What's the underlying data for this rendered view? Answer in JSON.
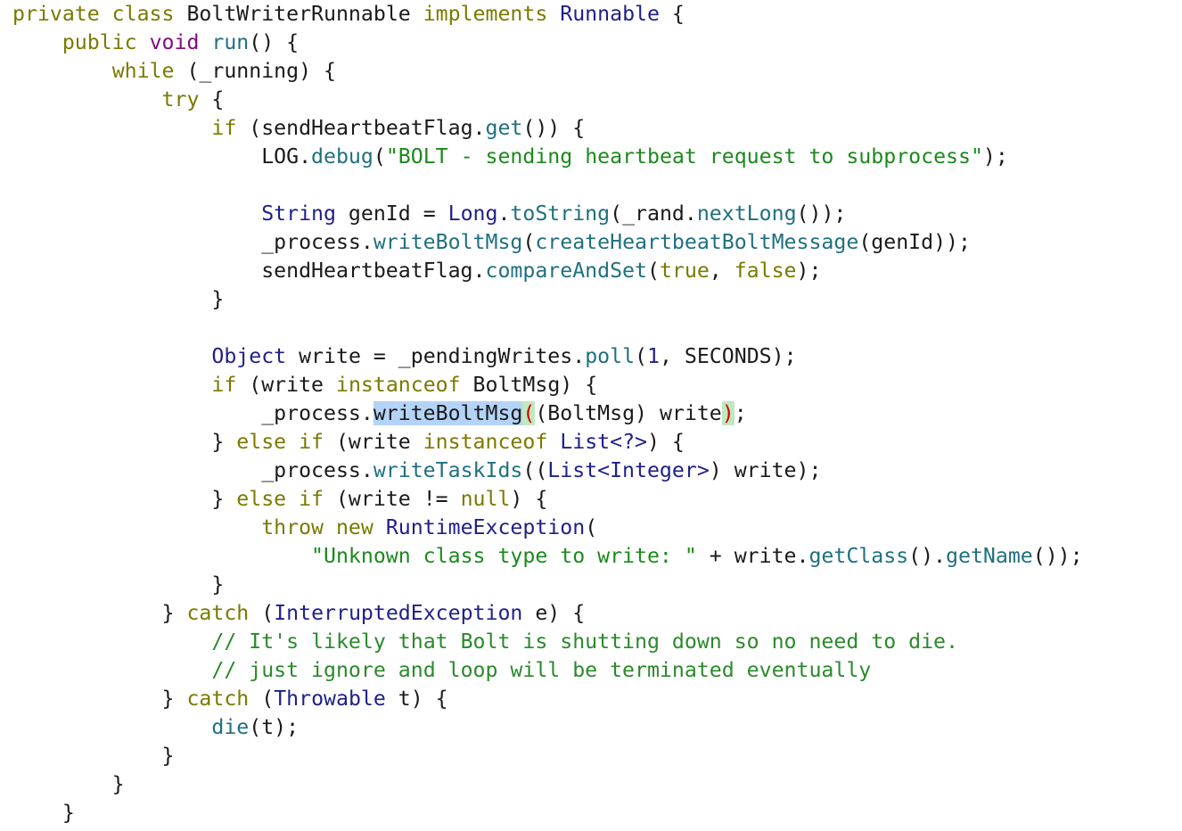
{
  "editor": {
    "language": "java",
    "lines": [
      [
        {
          "t": "kw",
          "v": "private class "
        },
        {
          "t": "p",
          "v": "BoltWriterRunnable "
        },
        {
          "t": "kw",
          "v": "implements "
        },
        {
          "t": "type",
          "v": "Runnable"
        },
        {
          "t": "p",
          "v": " {"
        }
      ],
      [
        {
          "t": "p",
          "v": "    "
        },
        {
          "t": "kw",
          "v": "public "
        },
        {
          "t": "kw2",
          "v": "void "
        },
        {
          "t": "fn",
          "v": "run"
        },
        {
          "t": "p",
          "v": "() {"
        }
      ],
      [
        {
          "t": "p",
          "v": "        "
        },
        {
          "t": "kw",
          "v": "while"
        },
        {
          "t": "p",
          "v": " (_running) {"
        }
      ],
      [
        {
          "t": "p",
          "v": "            "
        },
        {
          "t": "kw",
          "v": "try"
        },
        {
          "t": "p",
          "v": " {"
        }
      ],
      [
        {
          "t": "p",
          "v": "                "
        },
        {
          "t": "kw",
          "v": "if"
        },
        {
          "t": "p",
          "v": " (sendHeartbeatFlag."
        },
        {
          "t": "fn",
          "v": "get"
        },
        {
          "t": "p",
          "v": "()) {"
        }
      ],
      [
        {
          "t": "p",
          "v": "                    LOG."
        },
        {
          "t": "fn",
          "v": "debug"
        },
        {
          "t": "p",
          "v": "("
        },
        {
          "t": "str",
          "v": "\"BOLT - sending heartbeat request to subprocess\""
        },
        {
          "t": "p",
          "v": ");"
        }
      ],
      [],
      [
        {
          "t": "p",
          "v": "                    "
        },
        {
          "t": "type",
          "v": "String"
        },
        {
          "t": "p",
          "v": " genId = "
        },
        {
          "t": "type",
          "v": "Long"
        },
        {
          "t": "p",
          "v": "."
        },
        {
          "t": "fn",
          "v": "toString"
        },
        {
          "t": "p",
          "v": "(_rand."
        },
        {
          "t": "fn",
          "v": "nextLong"
        },
        {
          "t": "p",
          "v": "());"
        }
      ],
      [
        {
          "t": "p",
          "v": "                    _process."
        },
        {
          "t": "fn",
          "v": "writeBoltMsg"
        },
        {
          "t": "p",
          "v": "("
        },
        {
          "t": "fn",
          "v": "createHeartbeatBoltMessage"
        },
        {
          "t": "p",
          "v": "(genId));"
        }
      ],
      [
        {
          "t": "p",
          "v": "                    sendHeartbeatFlag."
        },
        {
          "t": "fn",
          "v": "compareAndSet"
        },
        {
          "t": "p",
          "v": "("
        },
        {
          "t": "kw",
          "v": "true"
        },
        {
          "t": "p",
          "v": ", "
        },
        {
          "t": "kw",
          "v": "false"
        },
        {
          "t": "p",
          "v": ");"
        }
      ],
      [
        {
          "t": "p",
          "v": "                }"
        }
      ],
      [],
      [
        {
          "t": "p",
          "v": "                "
        },
        {
          "t": "type",
          "v": "Object"
        },
        {
          "t": "p",
          "v": " write = _pendingWrites."
        },
        {
          "t": "fn",
          "v": "poll"
        },
        {
          "t": "p",
          "v": "("
        },
        {
          "t": "num",
          "v": "1"
        },
        {
          "t": "p",
          "v": ", SECONDS);"
        }
      ],
      [
        {
          "t": "p",
          "v": "                "
        },
        {
          "t": "kw",
          "v": "if"
        },
        {
          "t": "p",
          "v": " (write "
        },
        {
          "t": "kw",
          "v": "instanceof"
        },
        {
          "t": "p",
          "v": " BoltMsg) {"
        }
      ],
      [
        {
          "t": "p",
          "v": "                    _process."
        },
        {
          "t": "sel",
          "v": "writeBoltMsg"
        },
        {
          "t": "bre",
          "v": "("
        },
        {
          "t": "p",
          "v": "(BoltMsg) write"
        },
        {
          "t": "bre",
          "v": ")"
        },
        {
          "t": "p",
          "v": ";"
        }
      ],
      [
        {
          "t": "p",
          "v": "                } "
        },
        {
          "t": "kw",
          "v": "else if"
        },
        {
          "t": "p",
          "v": " (write "
        },
        {
          "t": "kw",
          "v": "instanceof"
        },
        {
          "t": "p",
          "v": " "
        },
        {
          "t": "type",
          "v": "List<?>"
        },
        {
          "t": "p",
          "v": ") {"
        }
      ],
      [
        {
          "t": "p",
          "v": "                    _process."
        },
        {
          "t": "fn",
          "v": "writeTaskIds"
        },
        {
          "t": "p",
          "v": "(("
        },
        {
          "t": "type",
          "v": "List<Integer>"
        },
        {
          "t": "p",
          "v": ") write);"
        }
      ],
      [
        {
          "t": "p",
          "v": "                } "
        },
        {
          "t": "kw",
          "v": "else if"
        },
        {
          "t": "p",
          "v": " (write != "
        },
        {
          "t": "kw",
          "v": "null"
        },
        {
          "t": "p",
          "v": ") {"
        }
      ],
      [
        {
          "t": "p",
          "v": "                    "
        },
        {
          "t": "kw",
          "v": "throw new "
        },
        {
          "t": "type",
          "v": "RuntimeException"
        },
        {
          "t": "p",
          "v": "("
        }
      ],
      [
        {
          "t": "p",
          "v": "                        "
        },
        {
          "t": "str",
          "v": "\"Unknown class type to write: \""
        },
        {
          "t": "p",
          "v": " + write."
        },
        {
          "t": "fn",
          "v": "getClass"
        },
        {
          "t": "p",
          "v": "()."
        },
        {
          "t": "fn",
          "v": "getName"
        },
        {
          "t": "p",
          "v": "());"
        }
      ],
      [
        {
          "t": "p",
          "v": "                }"
        }
      ],
      [
        {
          "t": "p",
          "v": "            } "
        },
        {
          "t": "kw",
          "v": "catch"
        },
        {
          "t": "p",
          "v": " ("
        },
        {
          "t": "type",
          "v": "InterruptedException"
        },
        {
          "t": "p",
          "v": " e) {"
        }
      ],
      [
        {
          "t": "p",
          "v": "                "
        },
        {
          "t": "cmt",
          "v": "// It's likely that Bolt is shutting down so no need to die."
        }
      ],
      [
        {
          "t": "p",
          "v": "                "
        },
        {
          "t": "cmt",
          "v": "// just ignore and loop will be terminated eventually"
        }
      ],
      [
        {
          "t": "p",
          "v": "            } "
        },
        {
          "t": "kw",
          "v": "catch"
        },
        {
          "t": "p",
          "v": " ("
        },
        {
          "t": "type",
          "v": "Throwable"
        },
        {
          "t": "p",
          "v": " t) {"
        }
      ],
      [
        {
          "t": "p",
          "v": "                "
        },
        {
          "t": "fn",
          "v": "die"
        },
        {
          "t": "p",
          "v": "(t);"
        }
      ],
      [
        {
          "t": "p",
          "v": "            }"
        }
      ],
      [
        {
          "t": "p",
          "v": "        }"
        }
      ],
      [
        {
          "t": "p",
          "v": "    }"
        }
      ]
    ],
    "colors": {
      "keyword": "#7a7a00",
      "void": "#7f0b7f",
      "type": "#1f1f8a",
      "method": "#1f7080",
      "string": "#1b8a1b",
      "comment": "#2a8a2a",
      "selection": "#b4d4f7",
      "bracket_match": "#bfe8bf",
      "bracket_error": "#d00000"
    }
  }
}
